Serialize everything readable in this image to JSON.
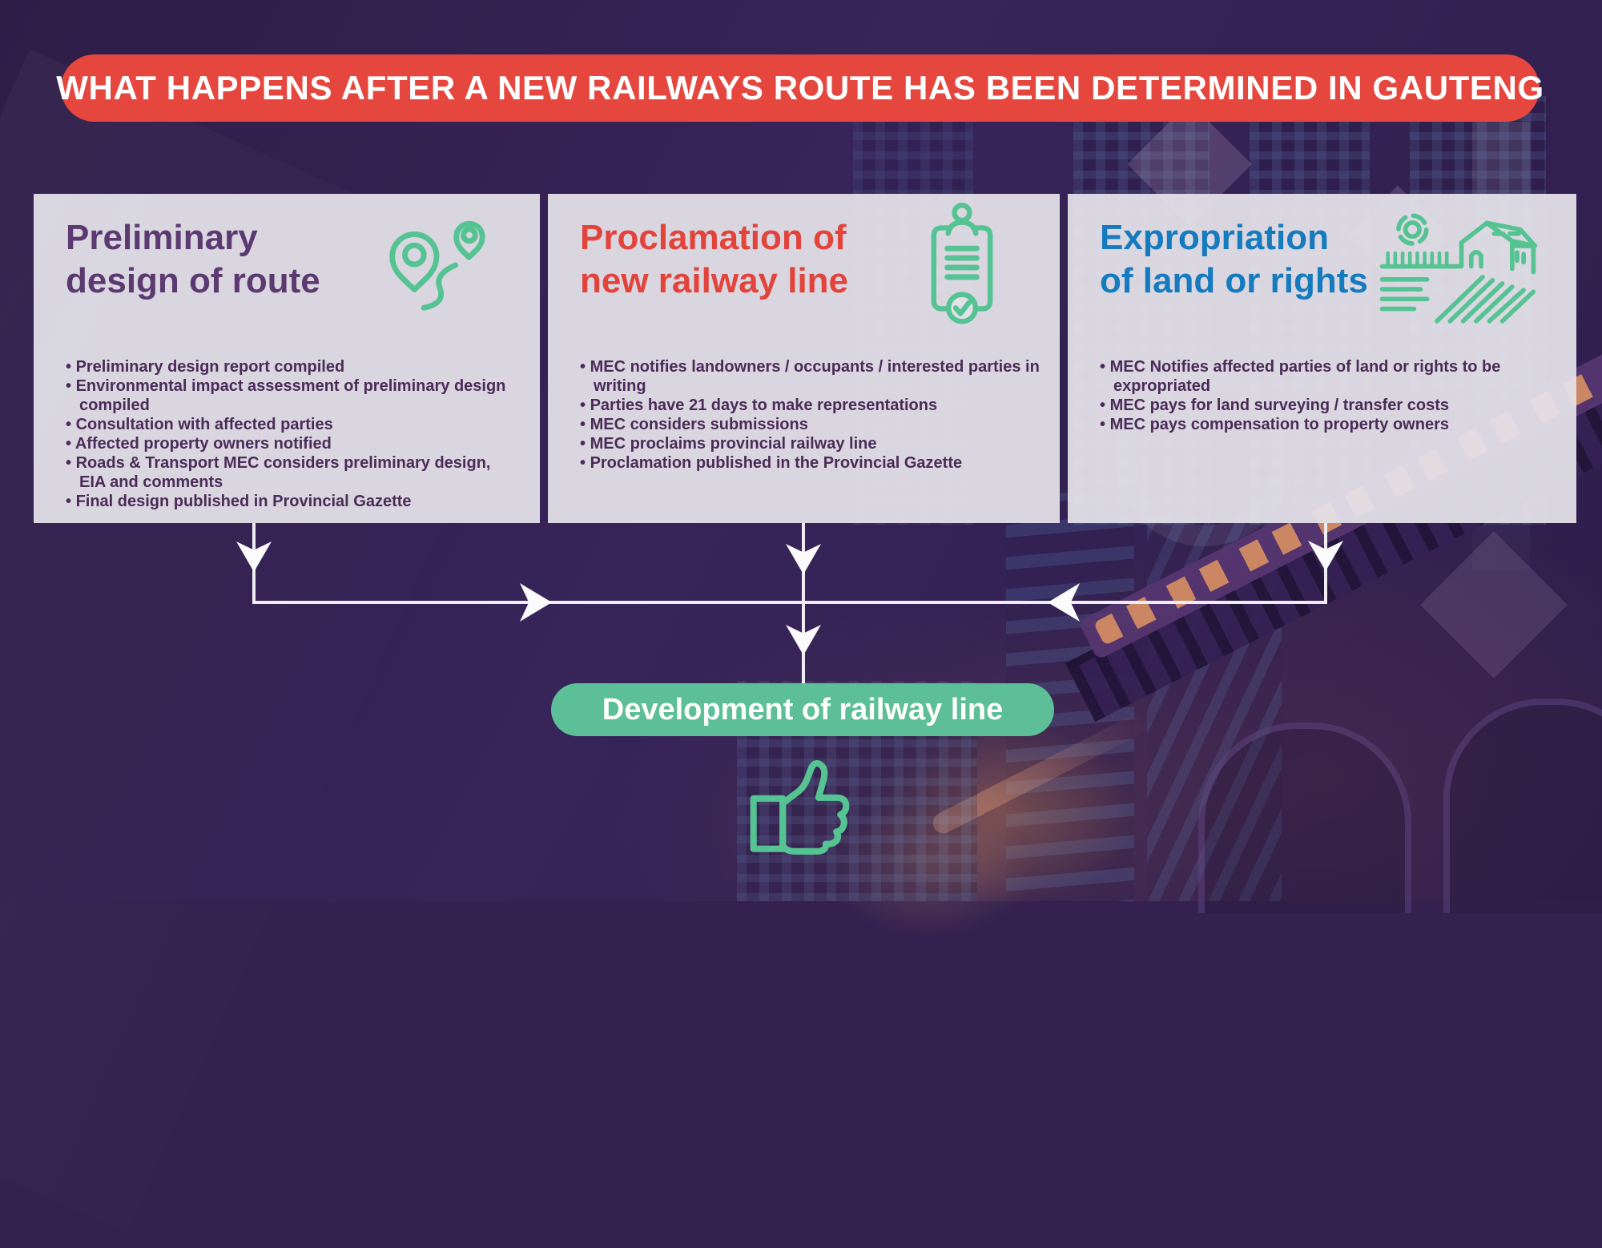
{
  "header": {
    "title": "WHAT HAPPENS AFTER A NEW RAILWAYS ROUTE HAS BEEN DETERMINED IN GAUTENG"
  },
  "cards": [
    {
      "title": "Preliminary\ndesign of route",
      "icon": "route-pins-icon",
      "title_color": "#5C3A71",
      "bullets": [
        "Preliminary design report compiled",
        "Environmental impact assessment of preliminary design compiled",
        "Consultation with  affected parties",
        "Affected property owners notified",
        "Roads & Transport MEC considers preliminary design, EIA and comments",
        "Final design published in Provincial Gazette"
      ]
    },
    {
      "title": "Proclamation of\nnew railway line",
      "icon": "clipboard-check-icon",
      "title_color": "#E2443C",
      "bullets": [
        "MEC notifies landowners / occupants /  interested parties in writing",
        "Parties have 21 days to make representations",
        "MEC considers submissions",
        "MEC proclaims provincial railway line",
        "Proclamation published in the Provincial Gazette"
      ]
    },
    {
      "title": "Expropriation\nof land or rights",
      "icon": "farm-land-icon",
      "title_color": "#157ABE",
      "bullets": [
        "MEC Notifies affected parties of land or rights to be expropriated",
        "MEC pays for land surveying / transfer costs",
        "MEC pays compensation to property owners"
      ]
    }
  ],
  "flow": {
    "result_label": "Development of railway line",
    "result_icon": "thumbs-up-icon"
  },
  "colors": {
    "background": "#34214F",
    "banner_red": "#E5473E",
    "card_bg": "#E3E0E8",
    "title_purple": "#5C3A71",
    "title_red": "#E2443C",
    "title_blue": "#157ABE",
    "bullet_text": "#4B2B57",
    "icon_green": "#55C392",
    "pill_green": "#5CBF97",
    "connector_white": "#EFECF4"
  }
}
